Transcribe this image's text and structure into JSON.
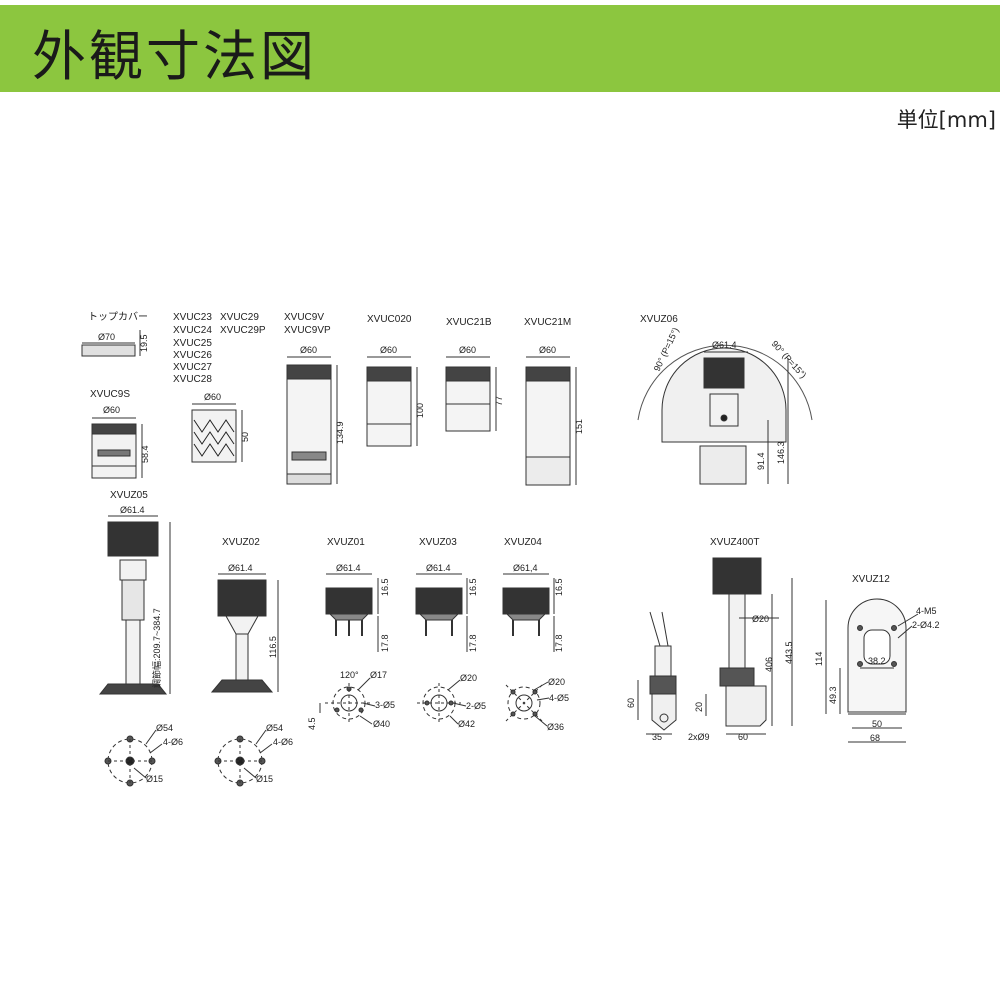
{
  "header": {
    "title": "外観寸法図",
    "unit": "単位[mm]",
    "accent_color": "#8cc63f"
  },
  "labels": {
    "top_cover": "トップカバー",
    "xvuc23": "XVUC23",
    "xvuc24": "XVUC24",
    "xvuc25": "XVUC25",
    "xvuc26": "XVUC26",
    "xvuc27": "XVUC27",
    "xvuc28": "XVUC28",
    "xvuc29": "XVUC29",
    "xvuc29p": "XVUC29P",
    "xvuc9v": "XVUC9V",
    "xvuc9vp": "XVUC9VP",
    "xvuc020": "XVUC020",
    "xvuc21b": "XVUC21B",
    "xvuc21m": "XVUC21M",
    "xvuz06": "XVUZ06",
    "xvuc9s": "XVUC9S",
    "xvuz05": "XVUZ05",
    "xvuz02": "XVUZ02",
    "xvuz01": "XVUZ01",
    "xvuz03": "XVUZ03",
    "xvuz04": "XVUZ04",
    "xvuz400t": "XVUZ400T",
    "xvuz12": "XVUZ12"
  },
  "dims": {
    "d70": "Ø70",
    "d60": "Ø60",
    "d61_4": "Ø61.4",
    "d61_4_comma": "Ø61,4",
    "h19_5": "19.5",
    "h58_4": "58.4",
    "h50": "50",
    "h134_9": "134.9",
    "h100": "100",
    "h77": "77",
    "h151": "151",
    "h91_4": "91.4",
    "h146_3": "146.3",
    "angle_left": "90° (P=15°)",
    "angle_right": "90° (P=15°)",
    "adjust": "調節幅:209.7~384.7",
    "h116_5": "116.5",
    "h16_5": "16.5",
    "h17_8": "17.8",
    "d54": "Ø54",
    "h4_d6": "4-Ø6",
    "d15": "Ø15",
    "a120": "120°",
    "d17": "Ø17",
    "h3_d5": "3-Ø5",
    "d40": "Ø40",
    "h4_5": "4.5",
    "d20": "Ø20",
    "h2_d5": "2-Ø5",
    "d42": "Ø42",
    "h4_d5": "4-Ø5",
    "d36": "Ø36",
    "h406": "406",
    "h443_5": "443.5",
    "h60": "60",
    "h20": "20",
    "w35": "35",
    "hole2x9": "2xØ9",
    "w60": "60",
    "m5": "4-M5",
    "d4_2": "2-Ø4.2",
    "w38_2": "38.2",
    "h114": "114",
    "h49_3": "49.3",
    "w50": "50",
    "w68": "68"
  }
}
